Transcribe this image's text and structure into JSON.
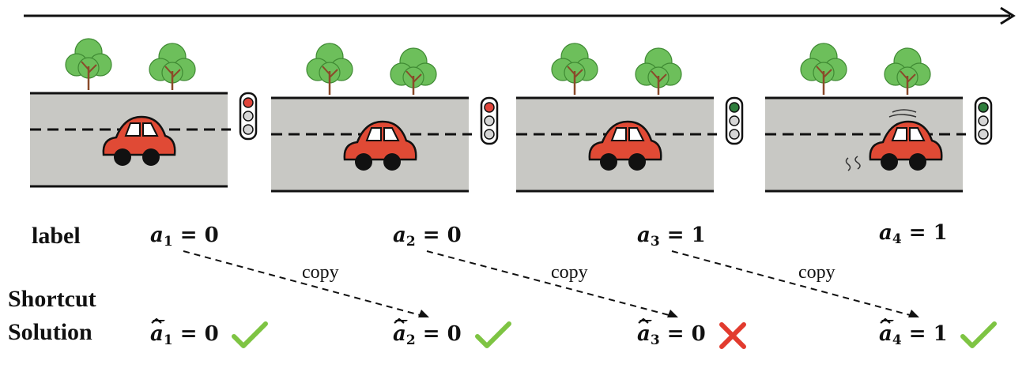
{
  "rows": {
    "label": "label",
    "shortcut_line1": "Shortcut",
    "shortcut_line2": "Solution"
  },
  "frames": [
    {
      "light": "red",
      "light_color": "#e0443a",
      "moving": false
    },
    {
      "light": "red",
      "light_color": "#e0443a",
      "moving": false
    },
    {
      "light": "green",
      "light_color": "#2e7d3c",
      "moving": false
    },
    {
      "light": "green",
      "light_color": "#2e7d3c",
      "moving": true
    }
  ],
  "labels": [
    {
      "symbol": "a",
      "sub": "1",
      "eq": "= 0"
    },
    {
      "symbol": "a",
      "sub": "2",
      "eq": "= 0"
    },
    {
      "symbol": "a",
      "sub": "3",
      "eq": "= 1"
    },
    {
      "symbol": "a",
      "sub": "4",
      "eq": "= 1"
    }
  ],
  "predictions": [
    {
      "symbol": "a",
      "sub": "1",
      "eq": "= 0",
      "result": "check-icon"
    },
    {
      "symbol": "a",
      "sub": "2",
      "eq": "= 0",
      "result": "check-icon"
    },
    {
      "symbol": "a",
      "sub": "3",
      "eq": "= 0",
      "result": "cross-icon"
    },
    {
      "symbol": "a",
      "sub": "4",
      "eq": "= 1",
      "result": "check-icon"
    }
  ],
  "copy_labels": [
    "copy",
    "copy",
    "copy"
  ],
  "colors": {
    "road": "#c8c8c4",
    "car": "#e04a35",
    "tree": "#6dbf5b",
    "trunk": "#8a4a2a",
    "check": "#7ec443",
    "cross": "#e23b2e"
  }
}
